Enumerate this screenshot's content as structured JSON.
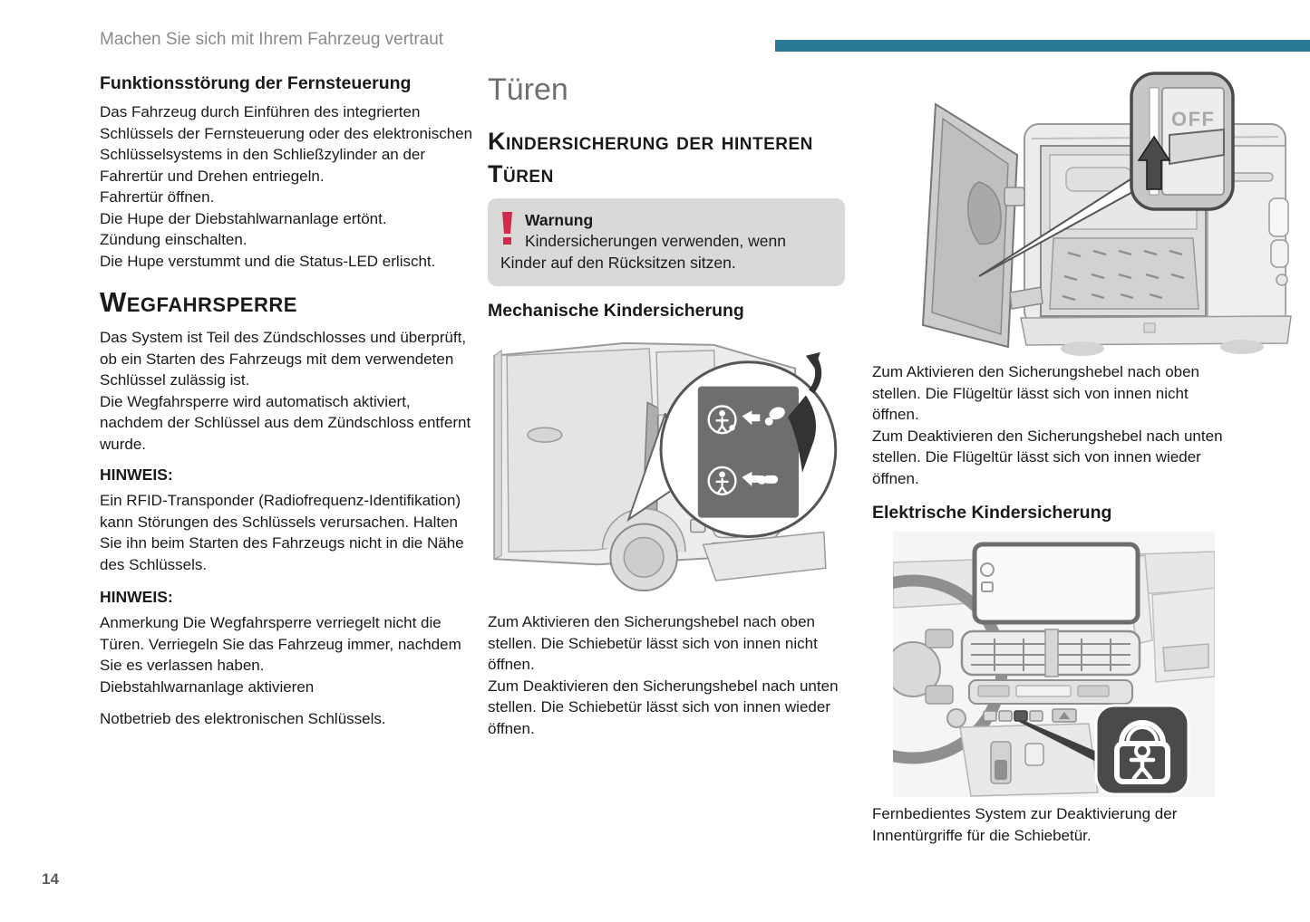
{
  "page": {
    "header": "Machen Sie sich mit Ihrem Fahrzeug vertraut",
    "page_number": "14",
    "colors": {
      "accent_teal": "#2a7a96",
      "warning_red": "#d3294a",
      "note_box_bg": "#d9d9d7",
      "chapter_gray": "#6f6f6f"
    }
  },
  "col1": {
    "h_remote": "Funktionsstörung der Fernsteuerung",
    "p_remote": [
      "Das Fahrzeug durch Einführen des integrierten Schlüssels der Fernsteuerung oder des elektronischen Schlüsselsystems in den Schließzylinder an der Fahrertür und Drehen entriegeln.",
      "Fahrertür öffnen.",
      "Die Hupe der Diebstahlwarnanlage ertönt.",
      "Zündung einschalten.",
      "Die Hupe verstummt und die Status-LED erlischt."
    ],
    "h_immobilizer": "Wegfahrsperre",
    "p_immobilizer": [
      "Das System ist Teil des Zündschlosses und überprüft, ob ein Starten des Fahrzeugs mit dem verwendeten Schlüssel zulässig ist.",
      "Die Wegfahrsperre wird automatisch aktiviert, nachdem der Schlüssel aus dem Zündschloss entfernt wurde."
    ],
    "hinweis1_label": "HINWEIS:",
    "p_hinweis1": "Ein RFID-Transponder (Radiofrequenz-Identifikation) kann Störungen des Schlüssels verursachen. Halten Sie ihn beim Starten des Fahrzeugs nicht in die Nähe des Schlüssels.",
    "hinweis2_label": "HINWEIS:",
    "p_hinweis2": [
      "Anmerkung Die Wegfahrsperre verriegelt nicht die Türen. Verriegeln Sie das Fahrzeug immer, nachdem Sie es verlassen haben.",
      "Diebstahlwarnanlage aktivieren"
    ],
    "p_emergency": "Notbetrieb des elektronischen Schlüssels."
  },
  "col2": {
    "chapter": "Türen",
    "section": "Kindersicherung der hinteren Türen",
    "warning": {
      "title": "Warnung",
      "text": "Kindersicherungen verwenden, wenn Kinder auf den Rücksitzen sitzen."
    },
    "sub_mech": "Mechanische Kindersicherung",
    "p_mech": [
      "Zum Aktivieren den Sicherungshebel nach oben stellen. Die Schiebetür lässt sich von innen nicht öffnen.",
      "Zum Deaktivieren den Sicherungshebel nach unten stellen. Die Schiebetür lässt sich von innen wieder öffnen."
    ]
  },
  "col3": {
    "off_label": "OFF",
    "p_wing": [
      "Zum Aktivieren den Sicherungshebel nach oben stellen. Die Flügeltür lässt sich von innen nicht öffnen.",
      "Zum Deaktivieren den Sicherungshebel nach unten stellen. Die Flügeltür lässt sich von innen wieder öffnen."
    ],
    "sub_elec": "Elektrische Kindersicherung",
    "caption": "Fernbedientes System zur Deaktivierung der Innentürgriffe für die Schiebetür."
  }
}
